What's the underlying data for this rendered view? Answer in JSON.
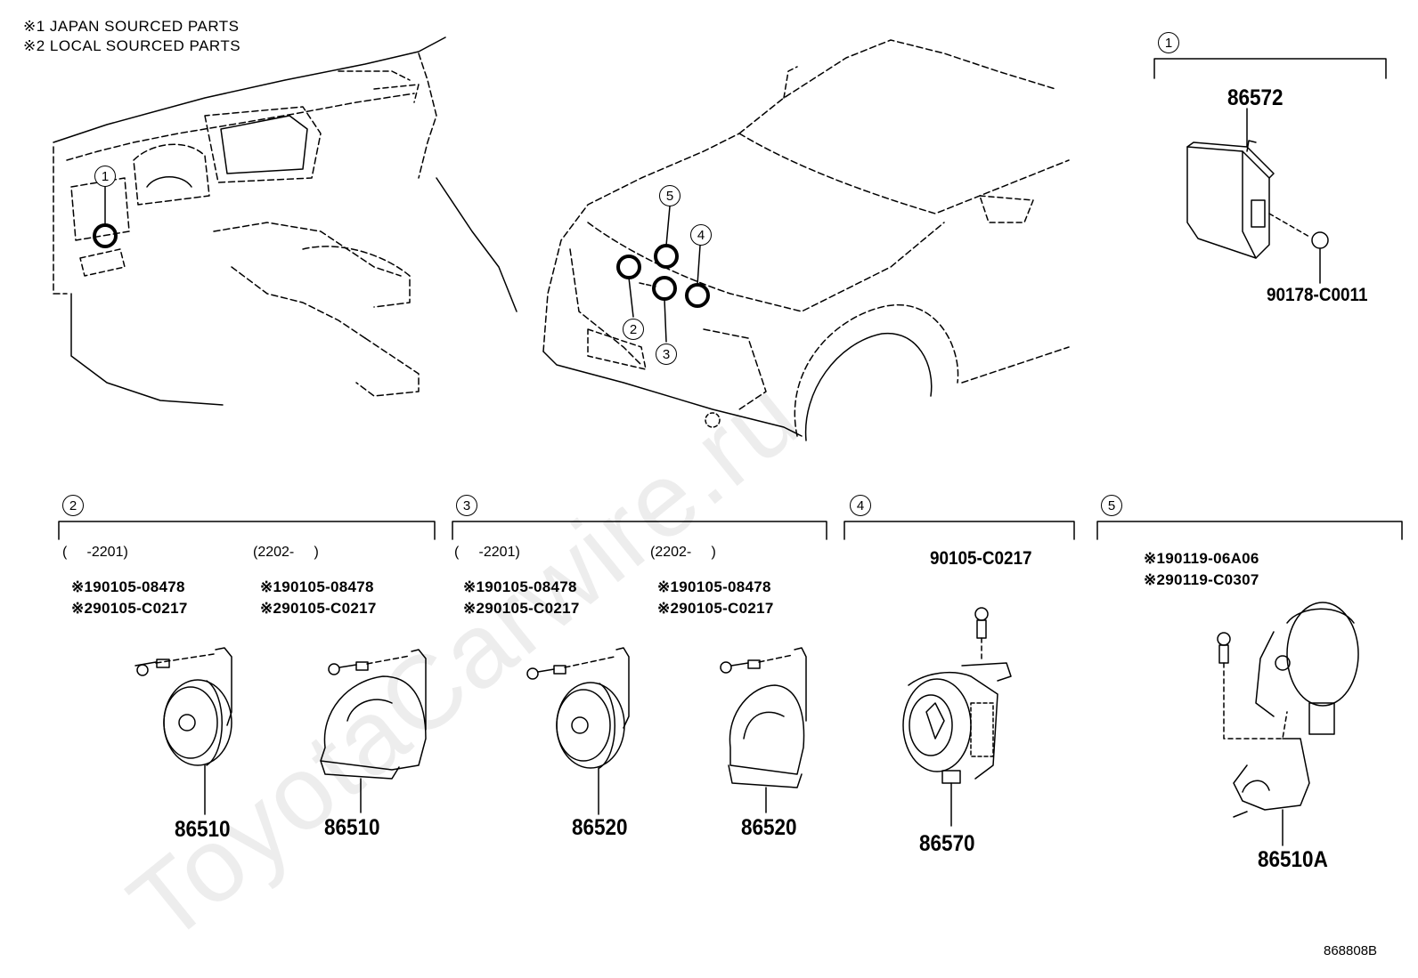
{
  "notes": {
    "n1": "※1 JAPAN SOURCED PARTS",
    "n2": "※2 LOCAL SOURCED PARTS"
  },
  "watermark": "ToyotaCarwire.ru",
  "locator_callouts": {
    "dash": "1",
    "car_2": "2",
    "car_3": "3",
    "car_4": "4",
    "car_5": "5"
  },
  "group1": {
    "num": "1",
    "part_module": "86572",
    "part_nut": "90178-C0011"
  },
  "group2": {
    "num": "2",
    "left": {
      "range": "(     -2201)",
      "bolt1": "※190105-08478",
      "bolt2": "※290105-C0217",
      "part": "86510"
    },
    "right": {
      "range": "(2202-     )",
      "bolt1": "※190105-08478",
      "bolt2": "※290105-C0217",
      "part": "86510"
    }
  },
  "group3": {
    "num": "3",
    "left": {
      "range": "(     -2201)",
      "bolt1": "※190105-08478",
      "bolt2": "※290105-C0217",
      "part": "86520"
    },
    "right": {
      "range": "(2202-     )",
      "bolt1": "※190105-08478",
      "bolt2": "※290105-C0217",
      "part": "86520"
    }
  },
  "group4": {
    "num": "4",
    "bolt": "90105-C0217",
    "part": "86570"
  },
  "group5": {
    "num": "5",
    "bolt1": "※190119-06A06",
    "bolt2": "※290119-C0307",
    "part": "86510A"
  },
  "illustration_ref": "868808B"
}
